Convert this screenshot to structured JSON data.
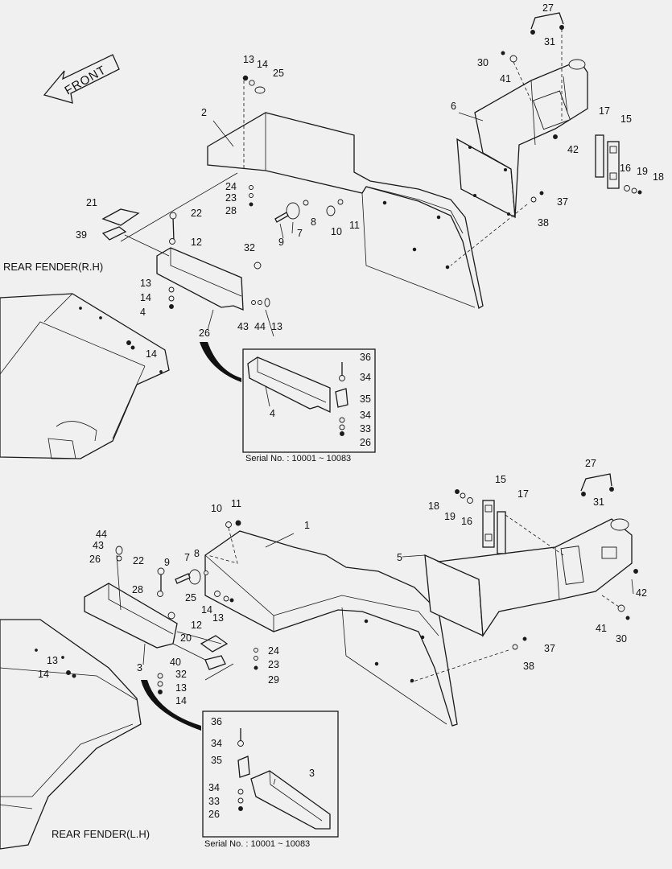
{
  "labels": {
    "front": "FRONT",
    "rear_fender_rh": "REAR FENDER(R.H)",
    "rear_fender_lh": "REAR FENDER(L.H)",
    "serial_upper": "Serial No. : 10001 ~ 10083",
    "serial_lower": "Serial No. : 10001 ~ 10083"
  },
  "callouts_upper": [
    "27",
    "31",
    "30",
    "41",
    "6",
    "42",
    "17",
    "15",
    "16",
    "19",
    "18",
    "37",
    "38",
    "13",
    "14",
    "25",
    "2",
    "24",
    "23",
    "28",
    "22",
    "21",
    "39",
    "9",
    "7",
    "8",
    "10",
    "11",
    "12",
    "32",
    "13",
    "14",
    "4",
    "26",
    "43",
    "44",
    "13",
    "14"
  ],
  "inset_upper_callouts": [
    "36",
    "34",
    "35",
    "4",
    "34",
    "33",
    "26"
  ],
  "callouts_lower": [
    "27",
    "31",
    "15",
    "17",
    "18",
    "19",
    "16",
    "5",
    "42",
    "41",
    "30",
    "37",
    "38",
    "10",
    "11",
    "1",
    "44",
    "43",
    "26",
    "22",
    "9",
    "7",
    "8",
    "28",
    "25",
    "14",
    "13",
    "12",
    "20",
    "40",
    "24",
    "23",
    "29",
    "32",
    "13",
    "14",
    "3",
    "13",
    "14"
  ],
  "inset_lower_callouts": [
    "36",
    "34",
    "35",
    "3",
    "34",
    "33",
    "26"
  ]
}
